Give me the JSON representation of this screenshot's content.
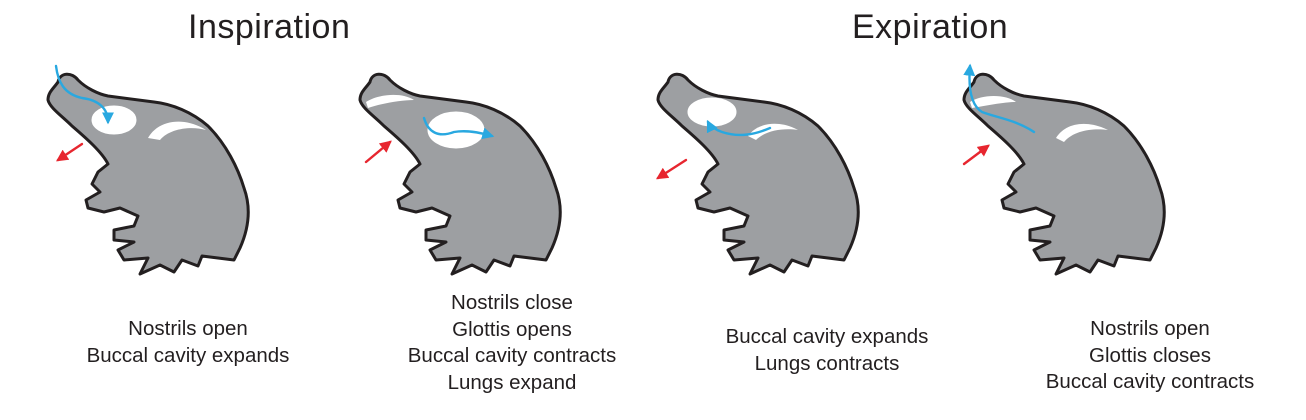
{
  "titles": {
    "inspiration": "Inspiration",
    "expiration": "Expiration"
  },
  "panels": [
    {
      "caption": [
        "Nostrils open",
        "Buccal cavity expands"
      ]
    },
    {
      "caption": [
        "Nostrils close",
        "Glottis opens",
        "Buccal cavity contracts",
        "Lungs expand"
      ]
    },
    {
      "caption": [
        "Buccal cavity expands",
        "Lungs contracts"
      ]
    },
    {
      "caption": [
        "Nostrils open",
        "Glottis closes",
        "Buccal cavity contracts"
      ]
    }
  ],
  "colors": {
    "body": "#9d9fa2",
    "outline": "#231f20",
    "airflow_arrow": "#29a8e0",
    "throat_arrow": "#e7262f"
  }
}
